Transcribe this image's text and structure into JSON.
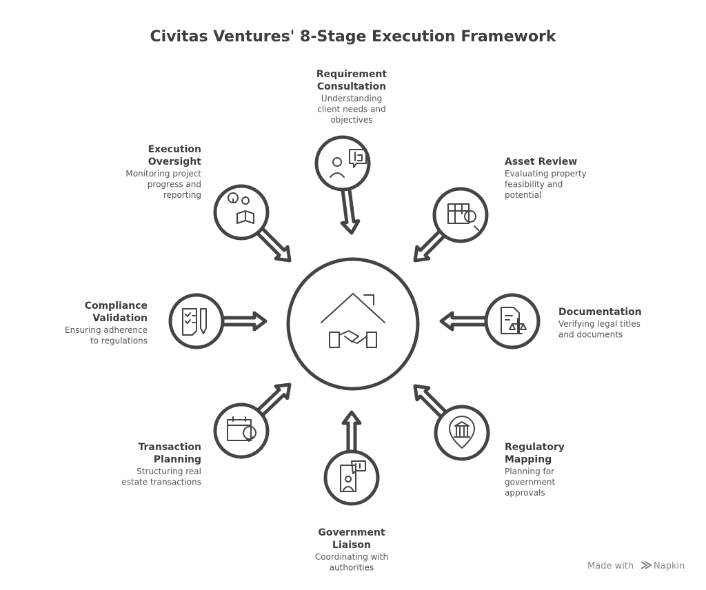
{
  "title": "Civitas Ventures' 8-Stage Execution Framework",
  "center": {
    "icon": "house-handshake-icon"
  },
  "stages": [
    {
      "id": "requirement-consultation",
      "title_lines": [
        "Requirement",
        "Consultation"
      ],
      "desc_lines": [
        "Understanding",
        "client needs and",
        "objectives"
      ],
      "icon": "consultation-chat-icon"
    },
    {
      "id": "asset-review",
      "title_lines": [
        "Asset Review"
      ],
      "desc_lines": [
        "Evaluating property",
        "feasibility and",
        "potential"
      ],
      "icon": "table-search-icon"
    },
    {
      "id": "documentation",
      "title_lines": [
        "Documentation"
      ],
      "desc_lines": [
        "Verifying legal titles",
        "and documents"
      ],
      "icon": "document-scale-icon"
    },
    {
      "id": "regulatory-mapping",
      "title_lines": [
        "Regulatory",
        "Mapping"
      ],
      "desc_lines": [
        "Planning for",
        "government",
        "approvals"
      ],
      "icon": "government-pin-icon"
    },
    {
      "id": "government-liaison",
      "title_lines": [
        "Government",
        "Liaison"
      ],
      "desc_lines": [
        "Coordinating with",
        "authorities"
      ],
      "icon": "phone-chat-person-icon"
    },
    {
      "id": "transaction-planning",
      "title_lines": [
        "Transaction",
        "Planning"
      ],
      "desc_lines": [
        "Structuring real",
        "estate transactions"
      ],
      "icon": "calendar-check-icon"
    },
    {
      "id": "compliance-validation",
      "title_lines": [
        "Compliance",
        "Validation"
      ],
      "desc_lines": [
        "Ensuring adherence",
        "to regulations"
      ],
      "icon": "checklist-pen-icon"
    },
    {
      "id": "execution-oversight",
      "title_lines": [
        "Execution",
        "Oversight"
      ],
      "desc_lines": [
        "Monitoring project",
        "progress and",
        "reporting"
      ],
      "icon": "clock-person-reading-icon"
    }
  ],
  "footer": {
    "made_with": "Made with",
    "brand": "Napkin"
  }
}
